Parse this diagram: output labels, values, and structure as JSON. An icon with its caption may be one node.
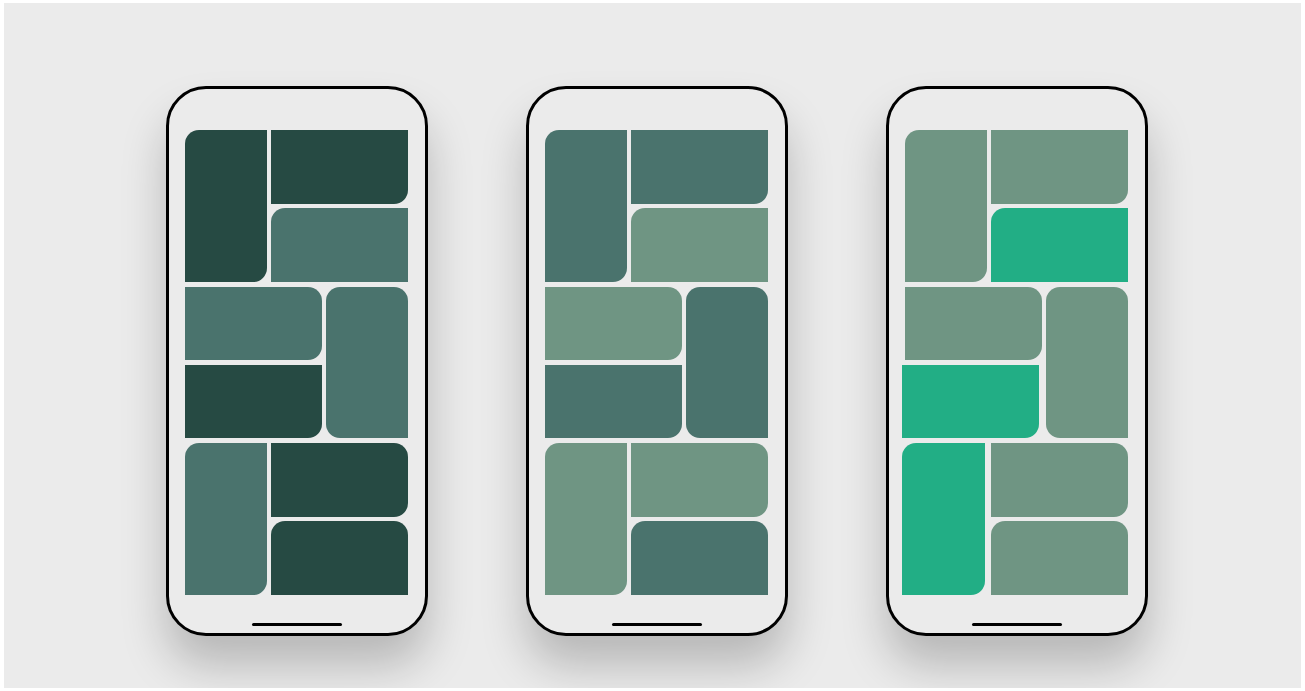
{
  "diagram": {
    "nodes": [
      {
        "text": [],
        "shape": "box"
      },
      {
        "text": [],
        "shape": "box",
        "in": 0
      },
      {
        "text": [],
        "shape": "box",
        "in": 0
      },
      {
        "text": [],
        "shape": "box",
        "in": 0
      },
      {
        "text": [],
        "shape": "box",
        "in": 0
      },
      {
        "text": [],
        "shape": "box",
        "in": 0
      },
      {
        "text": [],
        "shape": "box",
        "in": 0
      },
      {
        "text": [],
        "shape": "box",
        "in": 0
      },
      {
        "text": [],
        "shape": "box",
        "in": 0
      },
      {
        "text": [],
        "shape": "box",
        "in": 0
      },
      {
        "text": [],
        "shape": "box"
      },
      {
        "text": [],
        "shape": "box",
        "in": 10
      },
      {
        "text": [],
        "shape": "box",
        "in": 10
      },
      {
        "text": [],
        "shape": "box",
        "in": 10
      },
      {
        "text": [],
        "shape": "box",
        "in": 10
      },
      {
        "text": [],
        "shape": "box",
        "in": 10
      },
      {
        "text": [],
        "shape": "box",
        "in": 10
      },
      {
        "text": [],
        "shape": "box",
        "in": 10
      },
      {
        "text": [],
        "shape": "box",
        "in": 10
      },
      {
        "text": [],
        "shape": "box",
        "in": 10
      },
      {
        "text": [],
        "shape": "box"
      },
      {
        "text": [],
        "shape": "box",
        "in": 20
      },
      {
        "text": [],
        "shape": "box",
        "in": 20
      },
      {
        "text": [],
        "shape": "box",
        "in": 20
      },
      {
        "text": [],
        "shape": "box",
        "in": 20
      },
      {
        "text": [],
        "shape": "box",
        "in": 20
      },
      {
        "text": [],
        "shape": "box",
        "in": 20
      },
      {
        "text": [],
        "shape": "box",
        "in": 20
      },
      {
        "text": [],
        "shape": "box",
        "in": 20
      },
      {
        "text": [],
        "shape": "box",
        "in": 20
      }
    ]
  }
}
